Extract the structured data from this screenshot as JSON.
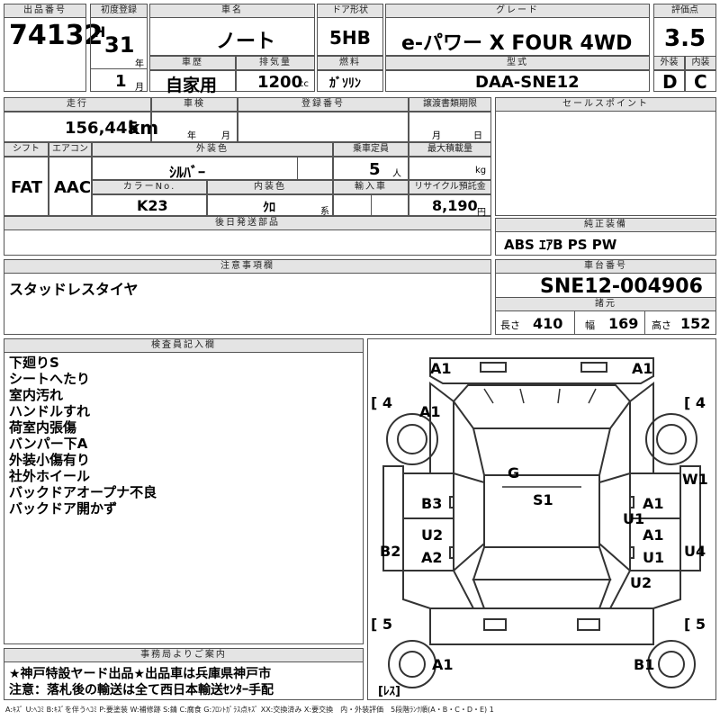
{
  "header": {
    "lot_label": "出品番号",
    "lot_no": "74132",
    "first_reg_label": "初度登録",
    "era": "H",
    "year": "31",
    "year_unit": "年",
    "month": "1",
    "month_unit": "月",
    "car_name_label": "車名",
    "car_name": "ノート",
    "door_label": "ドア形状",
    "door": "5HB",
    "grade_label": "グレード",
    "grade": "e-パワー X FOUR 4WD",
    "score_label": "評価点",
    "score": "3.5",
    "history_label": "車歴",
    "history": "自家用",
    "displacement_label": "排気量",
    "displacement": "1200",
    "cc_unit": "cc",
    "fuel_label": "燃料",
    "fuel": "ｶﾞｿﾘﾝ",
    "model_label": "型式",
    "model": "DAA-SNE12",
    "exterior_label": "外装",
    "exterior": "D",
    "interior_label": "内装",
    "interior": "C"
  },
  "row2": {
    "mileage_label": "走行",
    "mileage": "156,445",
    "km_unit": "km",
    "inspection_label": "車検",
    "inspection_year_unit": "年",
    "inspection_month_unit": "月",
    "plate_label": "登録番号",
    "transfer_label": "譲渡書類期限",
    "transfer_month_unit": "月",
    "transfer_day_unit": "日",
    "sales_point_label": "セールスポイント",
    "shift_label": "シフト",
    "shift": "FAT",
    "ac_label": "エアコン",
    "ac": "AAC",
    "color_label": "外装色",
    "color": "ｼﾙﾊﾞｰ",
    "capacity_label": "乗車定員",
    "capacity": "5",
    "capacity_unit": "人",
    "max_load_label": "最大積載量",
    "max_load_unit": "kg",
    "color_no_label": "カラーNo.",
    "color_no": "K23",
    "interior_color_label": "内装色",
    "interior_color": "ｸﾛ",
    "interior_color_suffix": "系",
    "import_label": "輸入車",
    "recycle_label": "リサイクル預託金",
    "recycle": "8,190",
    "yen_unit": "円",
    "later_parts_label": "後日発送部品",
    "equipment_label": "純正装備",
    "equipment": "ABS ｴｱB PS PW"
  },
  "notes": {
    "caution_label": "注意事項欄",
    "caution": "スタッドレスタイヤ",
    "chassis_label": "車台番号",
    "chassis": "SNE12-004906",
    "dims_label": "諸元",
    "length_label": "長さ",
    "length": "410",
    "width_label": "幅",
    "width": "169",
    "height_label": "高さ",
    "height": "152"
  },
  "inspector": {
    "label": "検査員記入欄",
    "lines": [
      "下廻りS",
      "シートへたり",
      "室内汚れ",
      "ハンドルすれ",
      "荷室内張傷",
      "バンパー下A",
      "外装小傷有り",
      "社外ホイール",
      "バックドアオープナ不良",
      "バックドア開かず"
    ]
  },
  "office": {
    "label": "事務局よりご案内",
    "line1": "★神戸特設ヤード出品★出品車は兵庫県神戸市",
    "line2": "注意：落札後の輸送は全て西日本輸送ｾﾝﾀｰ手配"
  },
  "diagram": {
    "marks": {
      "a1_front_left": "A1",
      "a1_front_right": "A1",
      "tire_fl": "[ 4",
      "tire_fr": "[ 4",
      "a1_hood": "A1",
      "g_roof": "G",
      "s1_roof": "S1",
      "b3": "B3",
      "u2_left": "U2",
      "a2_left": "A2",
      "b2_left": "B2",
      "w1_right": "W1",
      "a1_right1": "A1",
      "u1_right1": "U1",
      "a1_right2": "A1",
      "u1_right2": "U1",
      "u4_right": "U4",
      "u2_right": "U2",
      "tire_rl": "[ 5",
      "tire_rr": "[ 5",
      "a1_rear": "A1",
      "b1_rear": "B1",
      "spare": "[ﾚｽ]"
    }
  },
  "legend": "A:ｷｽﾞ U:ﾍｺﾐ B:ｷｽﾞを伴うﾍｺﾐ P:要塗装 W:補修跡 S:錆 C:腐食 G:ﾌﾛﾝﾄｶﾞﾗｽ点ｷｽﾞ XX:交換済み X:要交換　内・外装評価　5段階ﾗﾝｸ順(A・B・C・D・E) 1",
  "colors": {
    "label_bg": "#e4e4e4",
    "border": "#555555",
    "text": "#000000"
  }
}
